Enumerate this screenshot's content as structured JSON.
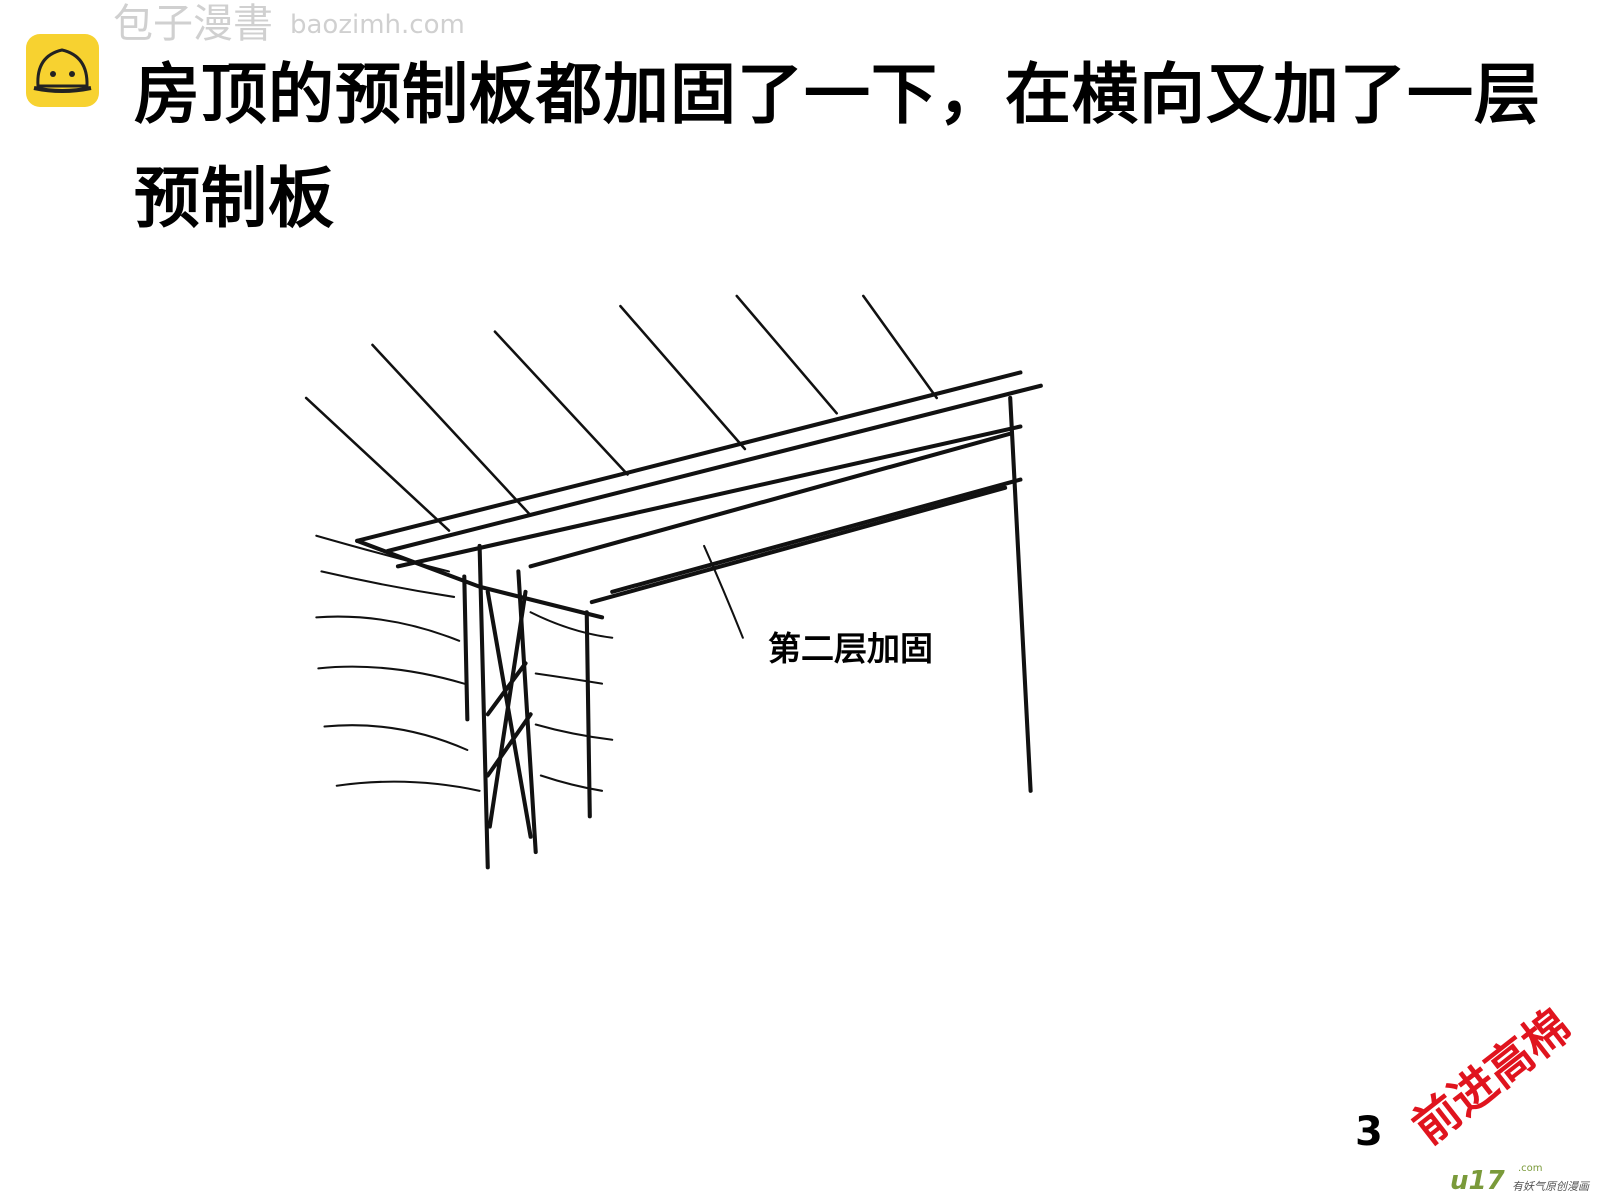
{
  "watermark": {
    "name": "包子漫書",
    "domain": "baozimh.com",
    "logo_color": "#f7d230"
  },
  "title": {
    "line1": "房顶的预制板都加固了一下，在横向又加了一层",
    "line2": "预制板"
  },
  "sketch": {
    "label": "第二层加固"
  },
  "corner": {
    "stamp": "前进高棉",
    "stamp_color": "#e0141e",
    "page_number": "3",
    "publisher": "u17",
    "publisher_domain": ".com",
    "publisher_slogan": "有妖气原创漫画"
  }
}
